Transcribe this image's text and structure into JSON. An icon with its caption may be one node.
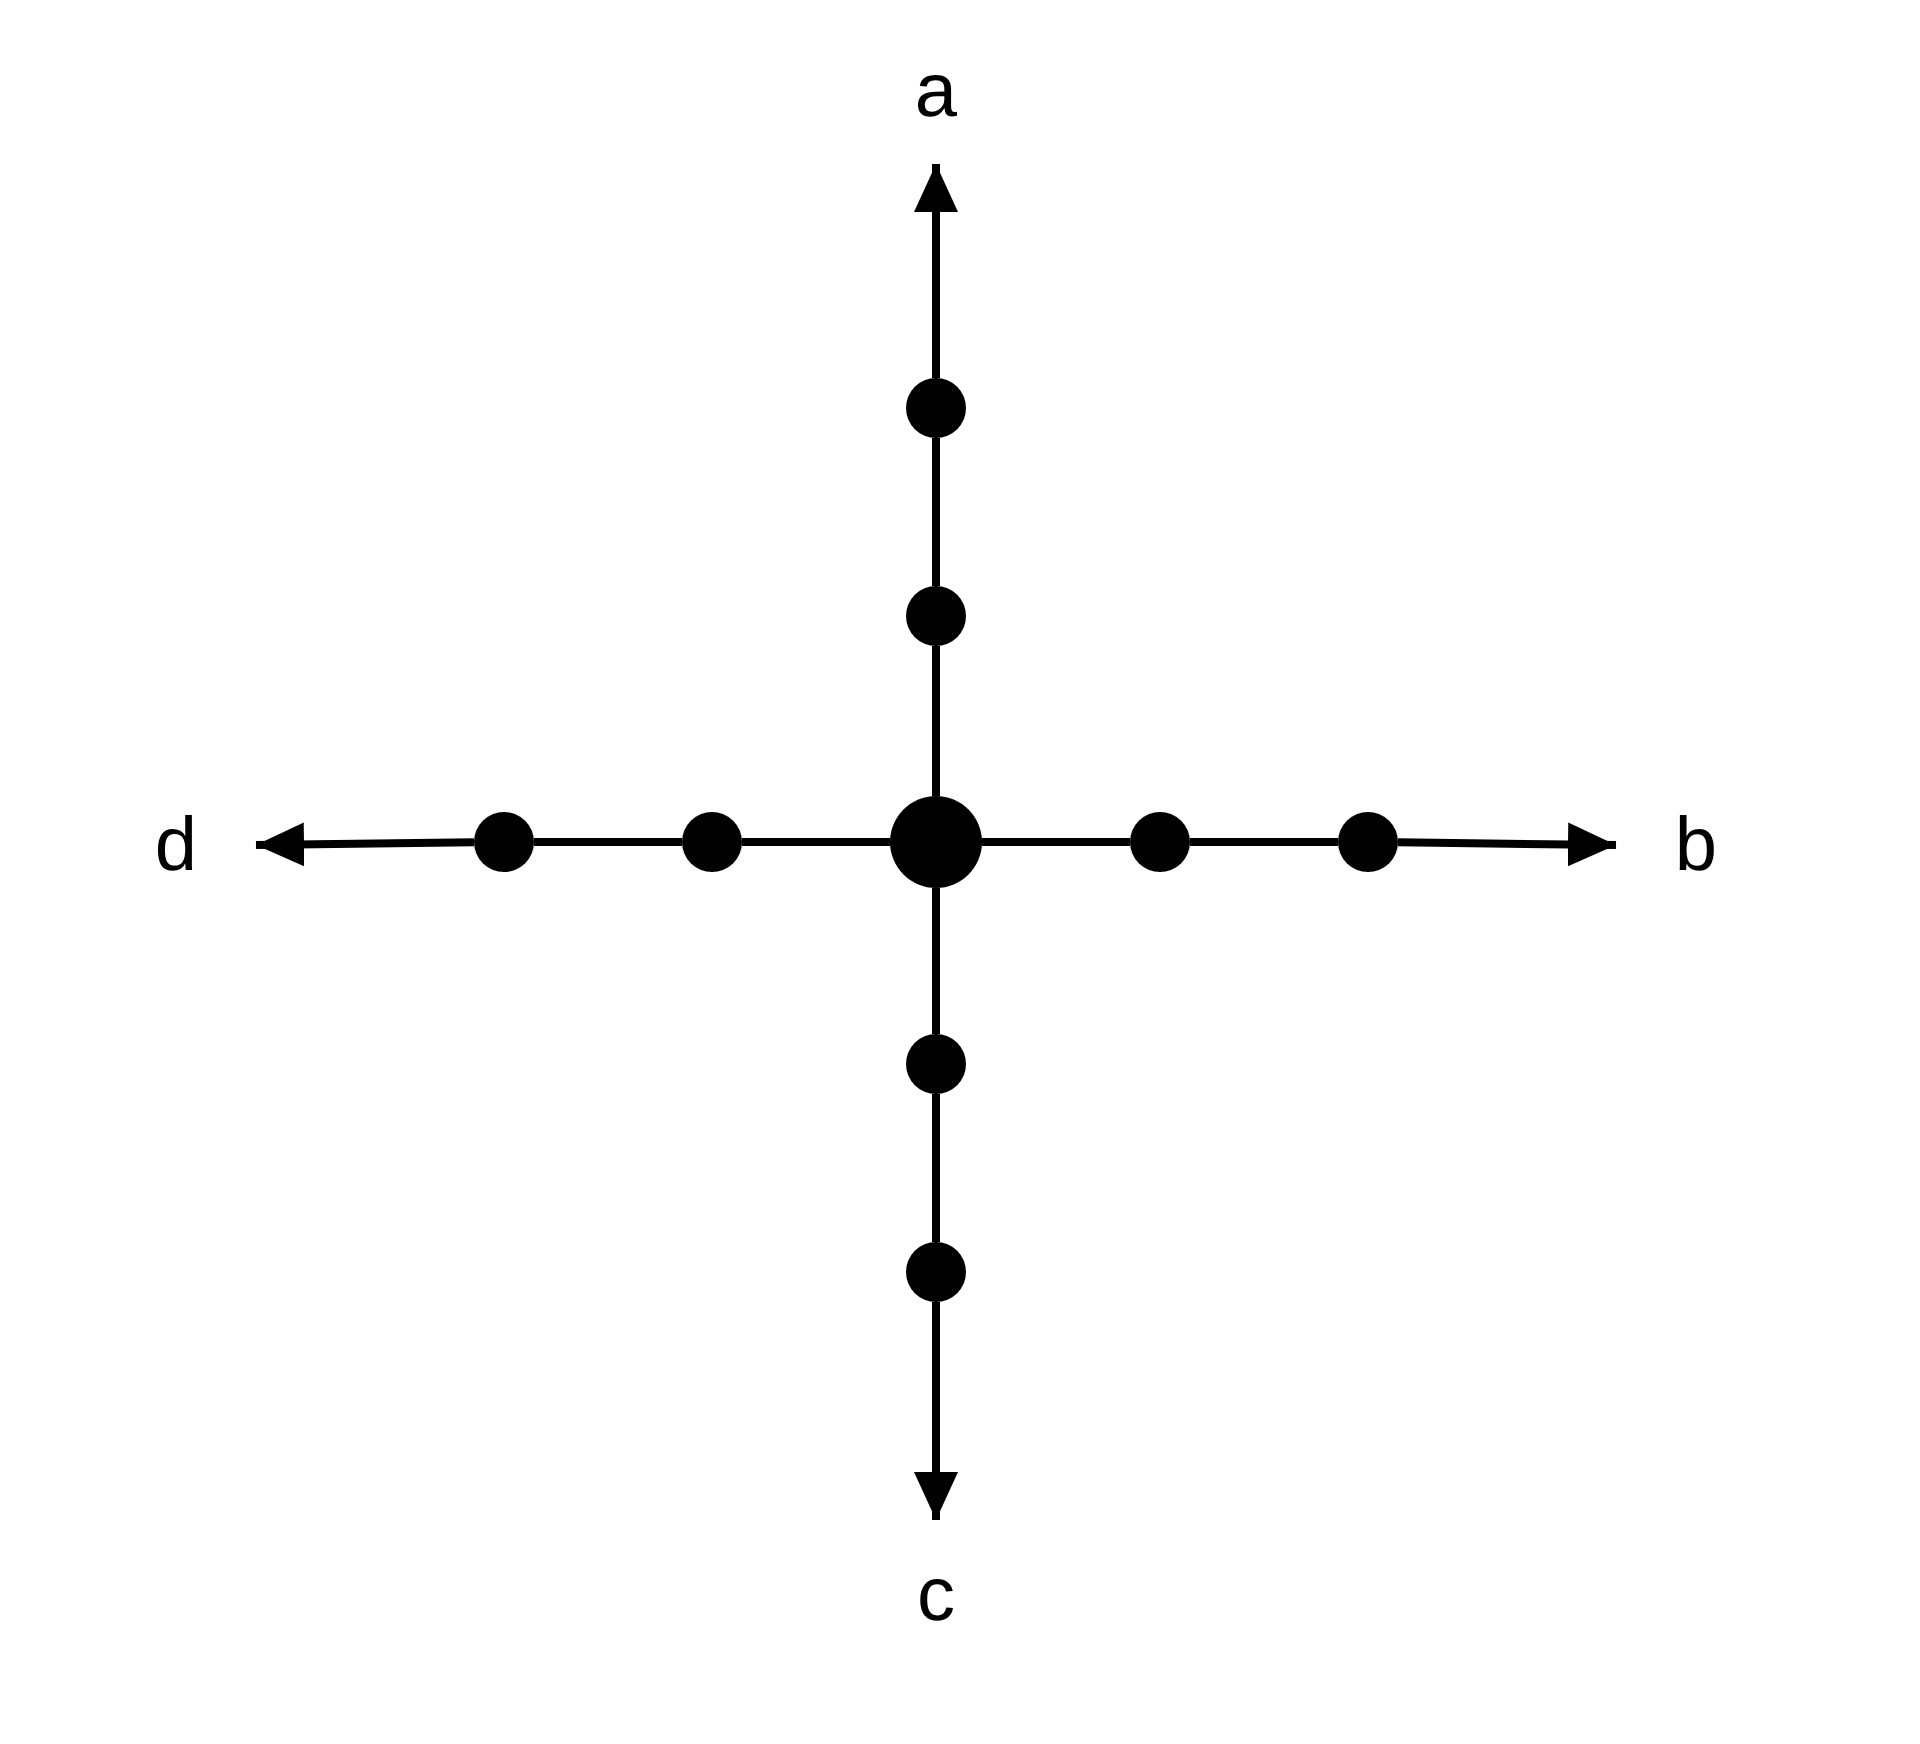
{
  "diagram": {
    "nodes": [
      {
        "text": [
          "a"
        ]
      },
      {
        "text": [],
        "shape": "circle"
      },
      {
        "text": [],
        "shape": "circle"
      },
      {
        "text": [
          "d"
        ]
      },
      {
        "text": [],
        "shape": "circle"
      },
      {
        "text": [],
        "shape": "circle"
      },
      {
        "text": [],
        "shape": "circle"
      },
      {
        "text": [],
        "shape": "circle"
      },
      {
        "text": [],
        "shape": "circle"
      },
      {
        "text": [
          "b"
        ]
      },
      {
        "text": [],
        "shape": "circle"
      },
      {
        "text": [],
        "shape": "circle"
      },
      {
        "text": [
          "c"
        ]
      }
    ],
    "edges": [
      {
        "from": 6,
        "to": 2,
        "arrow": "none"
      },
      {
        "from": 2,
        "to": 1,
        "arrow": "none"
      },
      {
        "from": 1,
        "to": 0,
        "arrow": "to"
      },
      {
        "from": 6,
        "to": 5,
        "arrow": "none"
      },
      {
        "from": 5,
        "to": 4,
        "arrow": "none"
      },
      {
        "from": 4,
        "to": 3,
        "arrow": "to"
      },
      {
        "from": 6,
        "to": 7,
        "arrow": "none"
      },
      {
        "from": 7,
        "to": 8,
        "arrow": "none"
      },
      {
        "from": 8,
        "to": 9,
        "arrow": "to"
      },
      {
        "from": 6,
        "to": 10,
        "arrow": "none"
      },
      {
        "from": 10,
        "to": 11,
        "arrow": "none"
      },
      {
        "from": 11,
        "to": 12,
        "arrow": "to"
      }
    ]
  }
}
